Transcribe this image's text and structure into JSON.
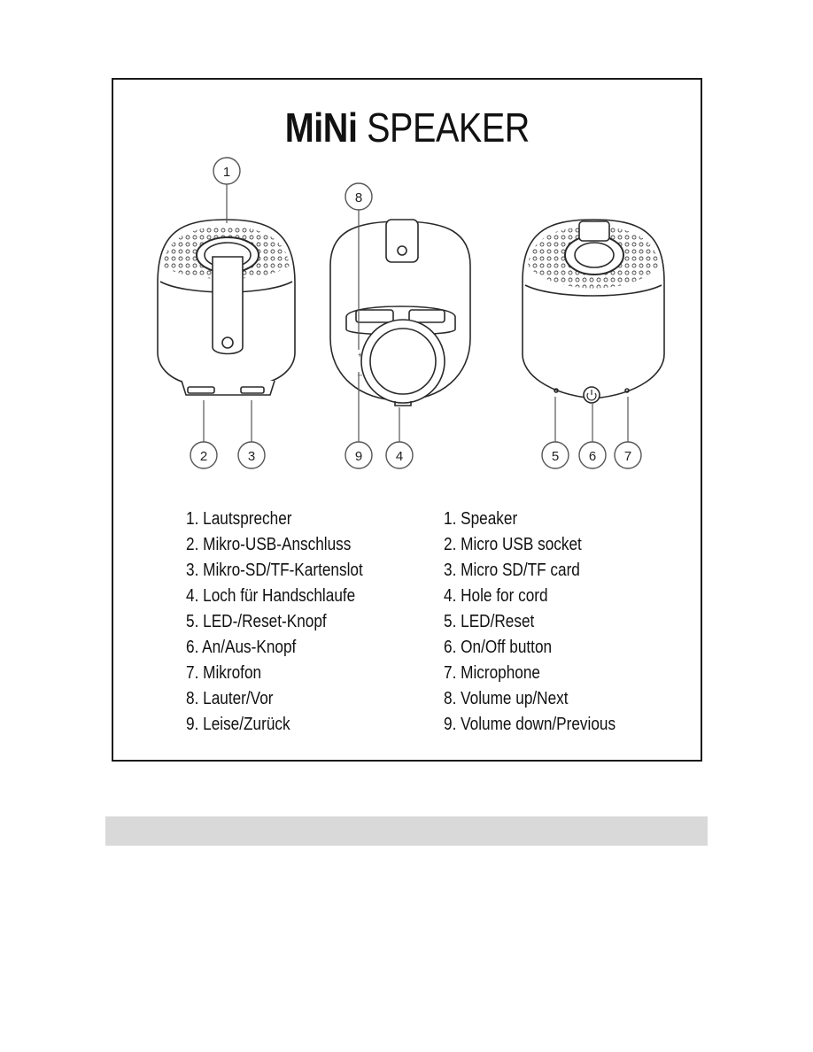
{
  "title": {
    "bold": "MiNi",
    "light": "SPEAKER"
  },
  "callouts": [
    "1",
    "2",
    "3",
    "8",
    "9",
    "4",
    "5",
    "6",
    "7"
  ],
  "legend_german": [
    "1. Lautsprecher",
    "2. Mikro-USB-Anschluss",
    "3. Mikro-SD/TF-Kartenslot",
    "4. Loch für Handschlaufe",
    "5. LED-/Reset-Knopf",
    "6. An/Aus-Knopf",
    "7. Mikrofon",
    "8. Lauter/Vor",
    "9. Leise/Zurück"
  ],
  "legend_english": [
    "1. Speaker",
    "2. Micro USB socket",
    "3. Micro SD/TF card",
    "4. Hole for cord",
    "5. LED/Reset",
    "6. On/Off button",
    "7. Microphone",
    "8. Volume up/Next",
    "9. Volume down/Previous"
  ],
  "colors": {
    "ink": "#1a1a1a",
    "bar": "#d9d9d9"
  }
}
